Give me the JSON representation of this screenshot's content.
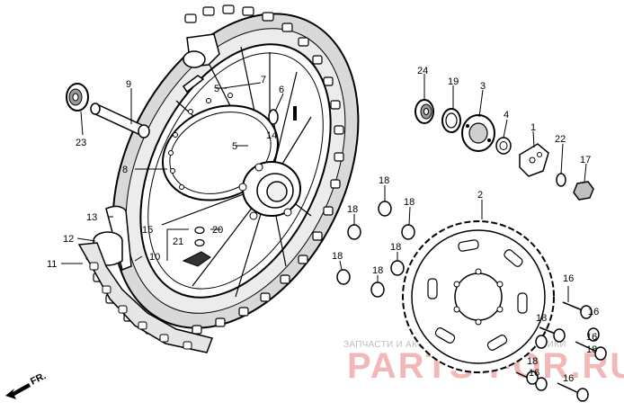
{
  "labels": {
    "l24": "24",
    "l19": "19",
    "l3": "3",
    "l9": "9",
    "l7": "7",
    "l6": "6",
    "l5a": "5",
    "l5b": "5",
    "l14": "14",
    "l4": "4",
    "l1": "1",
    "l22": "22",
    "l17": "17",
    "l23": "23",
    "l8": "8",
    "l18a": "18",
    "l18b": "18",
    "l18c": "18",
    "l18d": "18",
    "l18e": "18",
    "l18f": "18",
    "l2": "2",
    "l13": "13",
    "l15": "15",
    "l20": "20",
    "l21": "21",
    "l12": "12",
    "l10": "10",
    "l11": "11",
    "l16a": "16",
    "l16b": "16",
    "l16c": "16",
    "l16d": "16",
    "l16e": "16",
    "l18g": "18",
    "l18h": "18",
    "l18i": "18"
  },
  "direction_marker": "FR.",
  "watermark": {
    "line1": "ЗАПЧАСТИ И АКСЕССУАРЫ ДЛЯ МОТОТЕХНИКИ",
    "line2": "PARTS-FOR.RU"
  }
}
